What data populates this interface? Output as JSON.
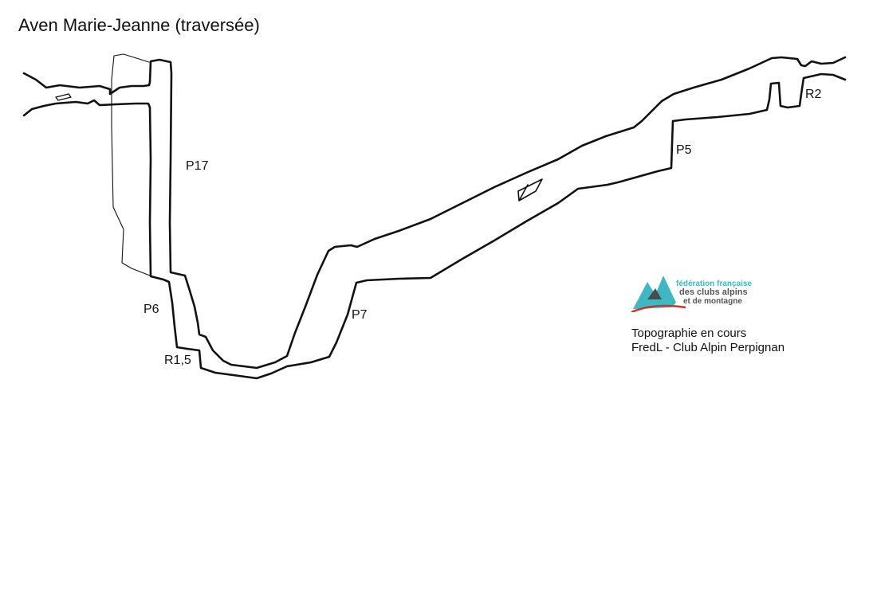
{
  "title": "Aven Marie-Jeanne (traversée)",
  "labels": {
    "p17": "P17",
    "p6": "P6",
    "r15": "R1,5",
    "p7": "P7",
    "p5": "P5",
    "r2": "R2"
  },
  "logo": {
    "line1": "fédération française",
    "line2": "des clubs alpins",
    "line3": "et de montagne"
  },
  "credits": {
    "line1": "Topographie en cours",
    "line2": "FredL - Club Alpin Perpignan"
  },
  "colors": {
    "stroke": "#111111",
    "logo_teal": "#3fb8c4",
    "logo_grey": "#555555",
    "logo_red": "#c0392b"
  }
}
